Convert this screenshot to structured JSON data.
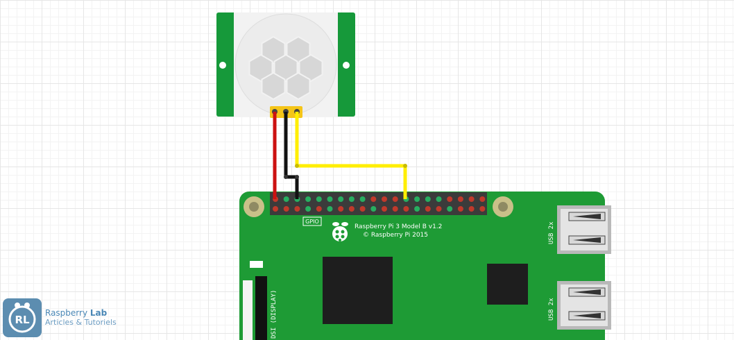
{
  "board": {
    "title": "Raspberry Pi 3 Model B v1.2",
    "copyright": "© Raspberry Pi 2015",
    "gpio_label": "GPIO",
    "usb_label_top": "USB 2x",
    "usb_label_bottom": "USB 2x",
    "dsi_label": "DSI (DISPLAY)"
  },
  "sensor": {
    "name": "PIR motion sensor"
  },
  "wires": [
    {
      "name": "vcc",
      "color": "#cc1111"
    },
    {
      "name": "gnd",
      "color": "#111111"
    },
    {
      "name": "signal",
      "color": "#ffee00"
    }
  ],
  "colors": {
    "pcb": "#1e9b35",
    "sensor_pcb": "#16993a",
    "pin_power": "#c0392b",
    "pin_gpio": "#27ae60",
    "chip": "#1e1e1e"
  },
  "watermark": {
    "logo_text": "RL",
    "name_part1": "Raspberry",
    "name_part2": "Lab",
    "tagline": "Articles & Tutoriels"
  }
}
